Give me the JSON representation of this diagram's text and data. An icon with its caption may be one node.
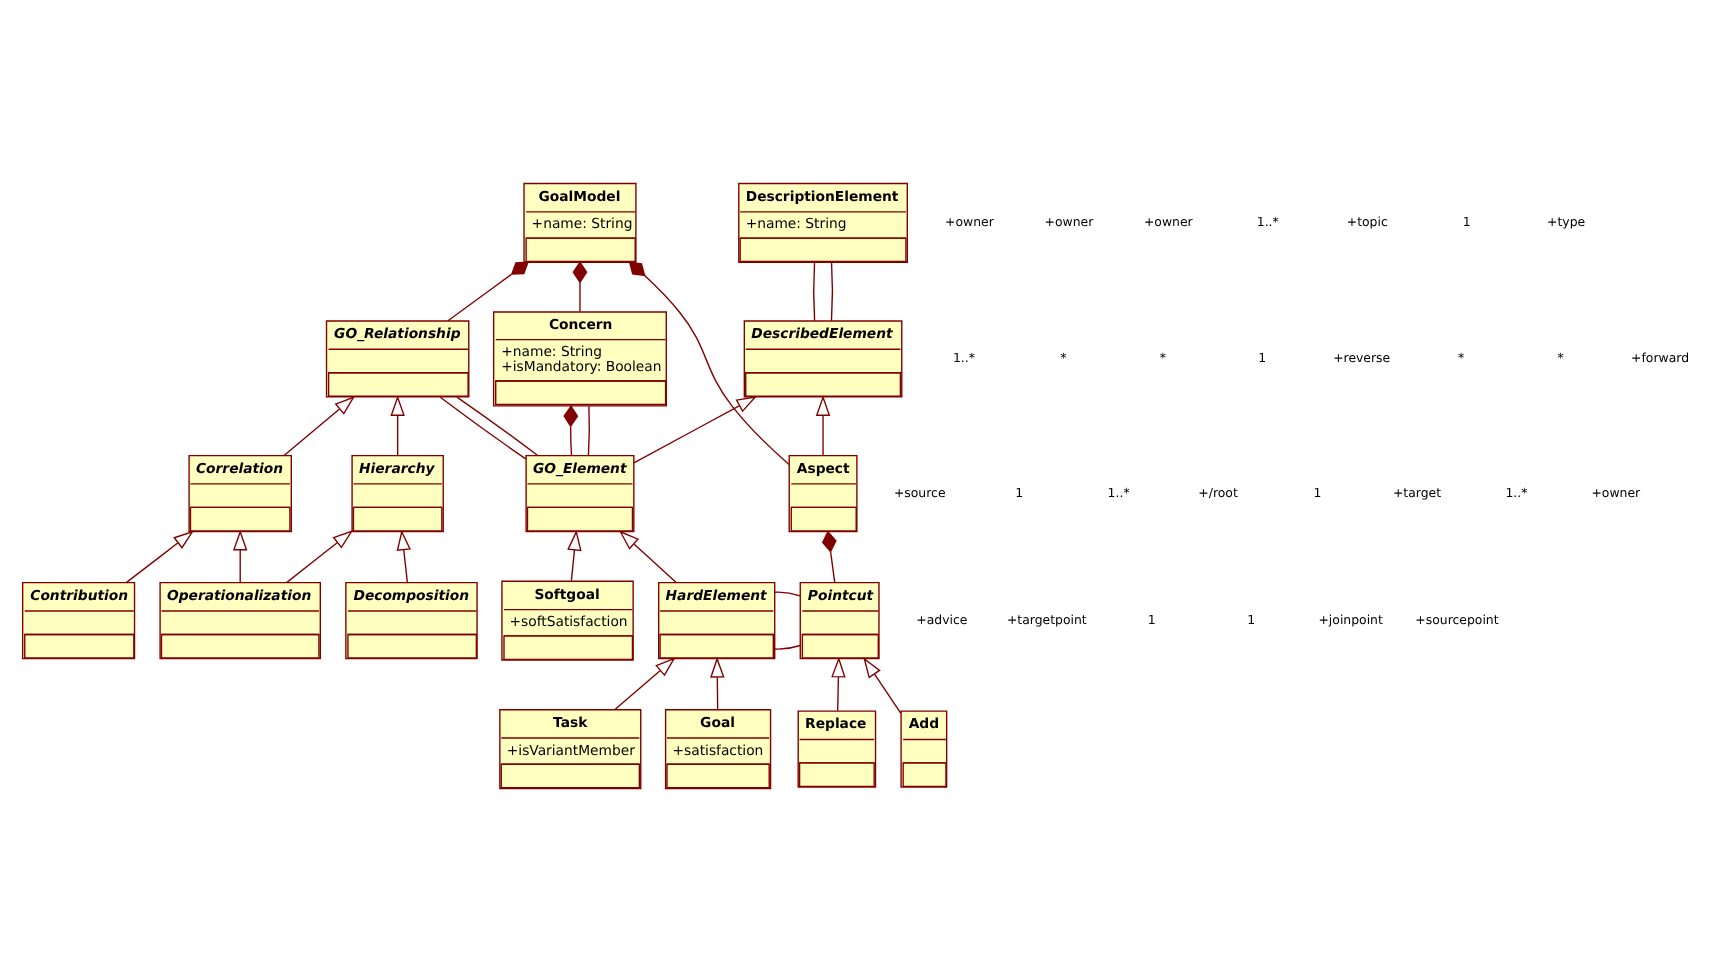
{
  "diagram": {
    "nodes": [
      {
        "text": [
          "GoalModel",
          "+name: String"
        ]
      },
      {
        "text": [
          "Concern",
          "+name: String",
          "+isMandatory: Boolean"
        ]
      },
      {
        "text": [
          "DescriptionElement",
          "+name: String"
        ]
      },
      {
        "text": [
          "DescribedElement"
        ]
      },
      {
        "text": [
          "GO_Relationship"
        ]
      },
      {
        "text": [
          "GO_Element"
        ]
      },
      {
        "text": [
          "Aspect"
        ]
      },
      {
        "text": [
          "Hierarchy"
        ]
      },
      {
        "text": [
          "Correlation"
        ]
      },
      {
        "text": [
          "Decomposition"
        ]
      },
      {
        "text": [
          "Contribution"
        ]
      },
      {
        "text": [
          "Operationalization"
        ]
      },
      {
        "text": [
          "Softgoal",
          "+softSatisfaction"
        ]
      },
      {
        "text": [
          "HardElement"
        ]
      },
      {
        "text": [
          "Pointcut"
        ]
      },
      {
        "text": [
          "Task",
          "+isVariantMember"
        ]
      },
      {
        "text": [
          "Goal",
          "+satisfaction"
        ]
      },
      {
        "text": [
          "Replace"
        ]
      },
      {
        "text": [
          "Add"
        ]
      }
    ],
    "edges": [
      {
        "from": 4,
        "to": 0,
        "arrow": "other"
      },
      {
        "from": 1,
        "to": 0,
        "arrow": "other"
      },
      {
        "from": 6,
        "to": 0,
        "arrow": "other"
      },
      {
        "from": 3,
        "to": 2,
        "arrow": "none"
      },
      {
        "from": 3,
        "to": 2,
        "arrow": "none"
      },
      {
        "from": 5,
        "to": 3,
        "arrow": "to"
      },
      {
        "from": 6,
        "to": 3,
        "arrow": "to"
      },
      {
        "from": 5,
        "to": 4,
        "arrow": "none"
      },
      {
        "from": 5,
        "to": 4,
        "arrow": "none"
      },
      {
        "from": 5,
        "to": 1,
        "arrow": "other"
      },
      {
        "from": 5,
        "to": 1,
        "arrow": "none"
      },
      {
        "from": 7,
        "to": 4,
        "arrow": "to"
      },
      {
        "from": 8,
        "to": 4,
        "arrow": "to"
      },
      {
        "from": 9,
        "to": 7,
        "arrow": "to"
      },
      {
        "from": 11,
        "to": 7,
        "arrow": "to"
      },
      {
        "from": 11,
        "to": 8,
        "arrow": "to"
      },
      {
        "from": 10,
        "to": 8,
        "arrow": "to"
      },
      {
        "from": 12,
        "to": 5,
        "arrow": "to"
      },
      {
        "from": 13,
        "to": 5,
        "arrow": "to"
      },
      {
        "from": 15,
        "to": 13,
        "arrow": "to"
      },
      {
        "from": 16,
        "to": 13,
        "arrow": "to"
      },
      {
        "from": 14,
        "to": 6,
        "arrow": "other"
      },
      {
        "from": 13,
        "to": 14,
        "arrow": "none"
      },
      {
        "from": 13,
        "to": 14,
        "arrow": "none"
      },
      {
        "from": 17,
        "to": 14,
        "arrow": "to"
      },
      {
        "from": 18,
        "to": 14,
        "arrow": "to"
      }
    ],
    "labels": [
      "+owner",
      "+owner",
      "1..*",
      "+owner",
      "1..*",
      "+topic",
      "*",
      "1",
      "+type",
      "*",
      "1",
      "+reverse",
      "+source",
      "1",
      "*",
      "1..*",
      "+/root",
      "1",
      "*",
      "+forward",
      "+target",
      "1..*",
      "+owner",
      "+advice",
      "+targetpoint",
      "1",
      "1",
      "+joinpoint",
      "+sourcepoint"
    ]
  }
}
